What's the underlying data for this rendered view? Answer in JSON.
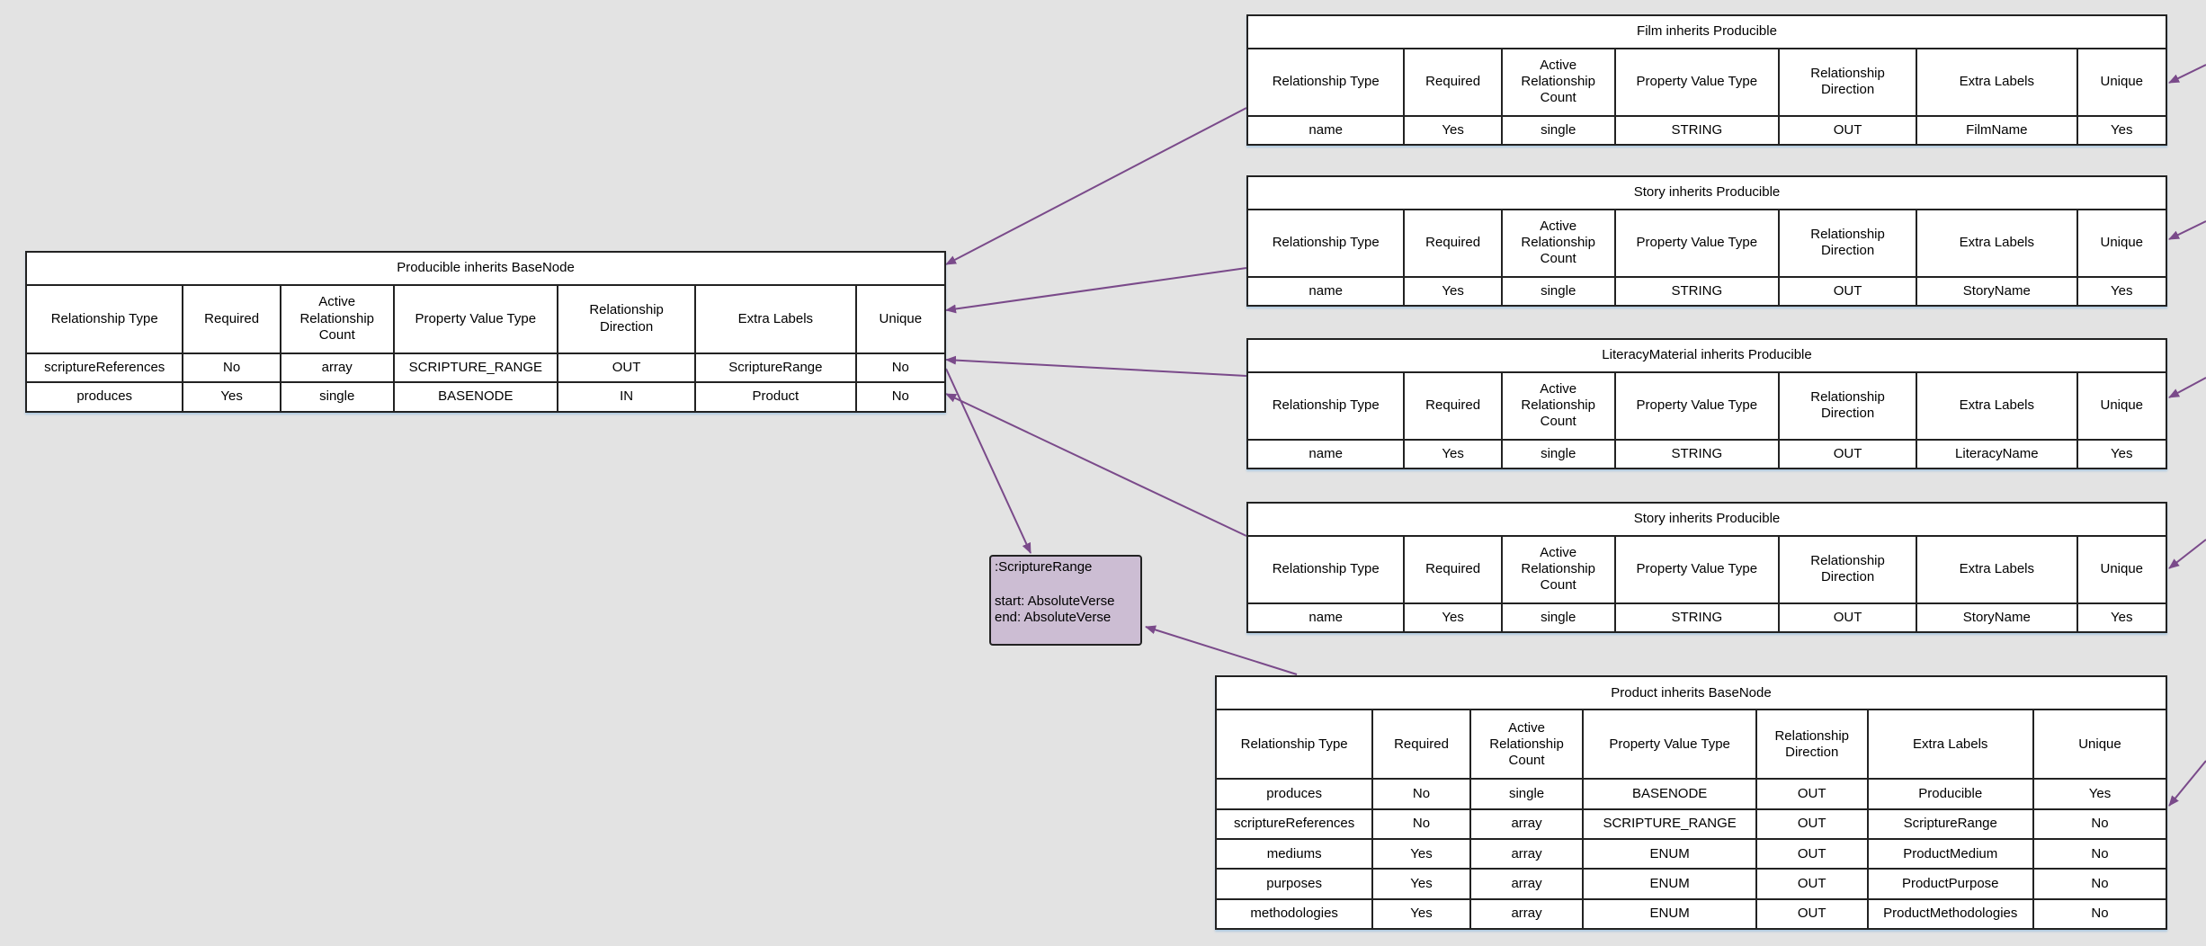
{
  "colors": {
    "background": "#e3e3e3",
    "edge": "#7a4a8a",
    "note_fill": "#ccbdd3",
    "border": "#222222"
  },
  "headers": [
    "Relationship Type",
    "Required",
    "Active Relationship Count",
    "Property Value Type",
    "Relationship Direction",
    "Extra Labels",
    "Unique"
  ],
  "producible": {
    "title": "Producible inherits BaseNode",
    "rows": [
      [
        "scriptureReferences",
        "No",
        "array",
        "SCRIPTURE_RANGE",
        "OUT",
        "ScriptureRange",
        "No"
      ],
      [
        "produces",
        "Yes",
        "single",
        "BASENODE",
        "IN",
        "Product",
        "No"
      ]
    ]
  },
  "film": {
    "title": "Film inherits Producible",
    "rows": [
      [
        "name",
        "Yes",
        "single",
        "STRING",
        "OUT",
        "FilmName",
        "Yes"
      ]
    ]
  },
  "story1": {
    "title": "Story inherits Producible",
    "rows": [
      [
        "name",
        "Yes",
        "single",
        "STRING",
        "OUT",
        "StoryName",
        "Yes"
      ]
    ]
  },
  "literacy": {
    "title": "LiteracyMaterial inherits Producible",
    "rows": [
      [
        "name",
        "Yes",
        "single",
        "STRING",
        "OUT",
        "LiteracyName",
        "Yes"
      ]
    ]
  },
  "story2": {
    "title": "Story inherits Producible",
    "rows": [
      [
        "name",
        "Yes",
        "single",
        "STRING",
        "OUT",
        "StoryName",
        "Yes"
      ]
    ]
  },
  "product": {
    "title": "Product inherits BaseNode",
    "rows": [
      [
        "produces",
        "No",
        "single",
        "BASENODE",
        "OUT",
        "Producible",
        "Yes"
      ],
      [
        "scriptureReferences",
        "No",
        "array",
        "SCRIPTURE_RANGE",
        "OUT",
        "ScriptureRange",
        "No"
      ],
      [
        "mediums",
        "Yes",
        "array",
        "ENUM",
        "OUT",
        "ProductMedium",
        "No"
      ],
      [
        "purposes",
        "Yes",
        "array",
        "ENUM",
        "OUT",
        "ProductPurpose",
        "No"
      ],
      [
        "methodologies",
        "Yes",
        "array",
        "ENUM",
        "OUT",
        "ProductMethodologies",
        "No"
      ]
    ]
  },
  "note": {
    "title": ":ScriptureRange",
    "line1": "start: AbsoluteVerse",
    "line2": "end: AbsoluteVerse"
  }
}
